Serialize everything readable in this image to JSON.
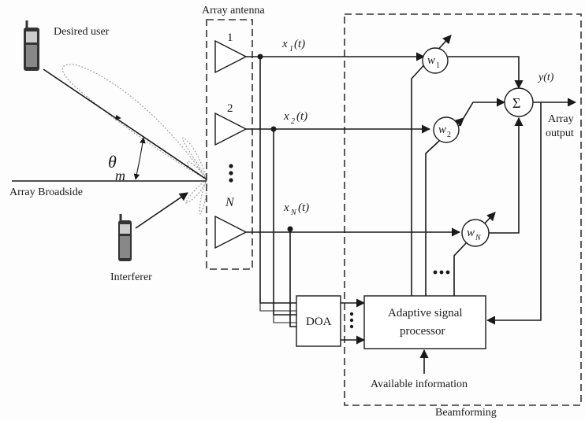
{
  "labels": {
    "desired_user": "Desired user",
    "interferer": "Interferer",
    "array_broadside": "Array Broadside",
    "theta": "θ",
    "theta_sub": "m",
    "array_antenna": "Array antenna",
    "element_1": "1",
    "element_2": "2",
    "element_n": "N",
    "x1": "x",
    "x1_sub": "1",
    "x2": "x",
    "x2_sub": "2",
    "xn": "x",
    "xn_sub": "N",
    "t": "(t)",
    "w1": "w",
    "w1_sub": "1",
    "w2": "w",
    "w2_sub": "2",
    "wn": "w",
    "wn_sub": "N",
    "sum": "Σ",
    "y_output": "y(t)",
    "array_output_line1": "Array",
    "array_output_line2": "output",
    "doa": "DOA",
    "processor_line1": "Adaptive signal",
    "processor_line2": "processor",
    "available_information": "Available information",
    "beamforming": "Beamforming"
  },
  "colors": {
    "stroke": "#1a1a1a",
    "lobe": "#999999",
    "background": "#fdfdfd"
  }
}
